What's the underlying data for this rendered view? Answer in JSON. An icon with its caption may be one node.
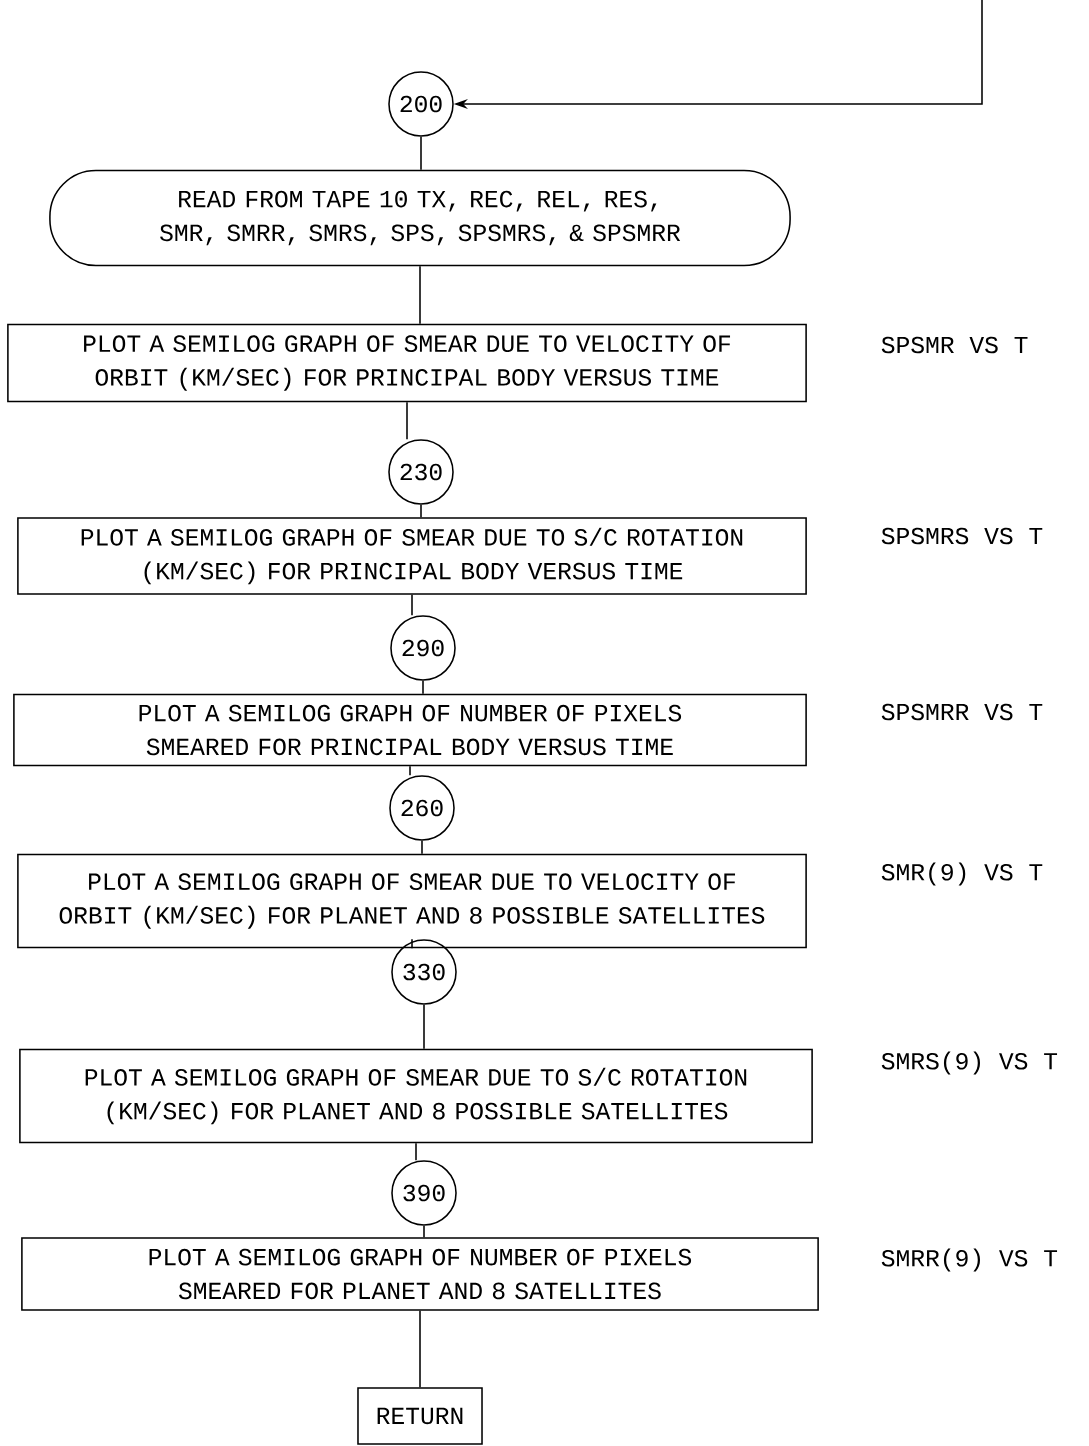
{
  "diagram": {
    "nodes": [
      {
        "text": [
          "200"
        ]
      },
      {
        "text": [
          "READ FROM TAPE 10 TX, REC, REL, RES, SMR, SMRR, SMRS, SPS, SPSMRS, & SPSMRR"
        ]
      },
      {
        "text": [
          "PLOT A SEMILOG GRAPH OF SMEAR DUE TO VELOCITY OF ORBIT (KM/SEC) FOR PRINCIPAL BODY VERSUS TIME"
        ],
        "beside": [
          "SPSMR VS T"
        ]
      },
      {
        "text": [
          "230"
        ]
      },
      {
        "text": [
          "PLOT A SEMILOG GRAPH OF SMEAR DUE TO S/C ROTATION (KM/SEC) FOR PRINCIPAL BODY VERSUS TIME"
        ],
        "beside": [
          "SPSMRS VS T"
        ]
      },
      {
        "text": [
          "290"
        ]
      },
      {
        "text": [
          "PLOT A SEMILOG GRAPH OF NUMBER OF PIXELS SMEARED FOR PRINCIPAL BODY VERSUS TIME"
        ],
        "beside": [
          "SPSMRR VS T"
        ]
      },
      {
        "text": [
          "260"
        ]
      },
      {
        "text": [
          "PLOT A SEMILOG GRAPH OF SMEAR DUE TO VELOCITY OF ORBIT (KM/SEC) FOR PLANET AND 8 POSSIBLE SATELLITES"
        ],
        "beside": [
          "SMR(9) VS T"
        ]
      },
      {
        "text": [
          "330"
        ]
      },
      {
        "text": [
          "PLOT A SEMILOG GRAPH OF SMEAR DUE TO S/C ROTATION (KM/SEC) FOR PLANET AND 8 POSSIBLE SATELLITES"
        ],
        "beside": [
          "SMRS(9) VS T"
        ]
      },
      {
        "text": [
          "390"
        ]
      },
      {
        "text": [
          "PLOT A SEMILOG GRAPH OF NUMBER OF PIXELS SMEARED FOR PLANET AND 8 SATELLITES"
        ],
        "beside": [
          "SMRR(9) VS T"
        ]
      },
      {
        "text": [
          "RETURN"
        ]
      }
    ],
    "edges": [
      {
        "from": null,
        "to": 0,
        "arrow": "to"
      },
      {
        "from": 0,
        "to": 1,
        "arrow": "none"
      },
      {
        "from": 1,
        "to": 2,
        "arrow": "none"
      },
      {
        "from": 2,
        "to": 3,
        "arrow": "none"
      },
      {
        "from": 3,
        "to": 4,
        "arrow": "none"
      },
      {
        "from": 4,
        "to": 5,
        "arrow": "none"
      },
      {
        "from": 5,
        "to": 6,
        "arrow": "none"
      },
      {
        "from": 6,
        "to": 7,
        "arrow": "none"
      },
      {
        "from": 7,
        "to": 8,
        "arrow": "none"
      },
      {
        "from": 8,
        "to": 9,
        "arrow": "none"
      },
      {
        "from": 9,
        "to": 10,
        "arrow": "none"
      },
      {
        "from": 10,
        "to": 11,
        "arrow": "none"
      },
      {
        "from": 11,
        "to": 12,
        "arrow": "none"
      },
      {
        "from": 12,
        "to": 13,
        "arrow": "none"
      }
    ]
  }
}
